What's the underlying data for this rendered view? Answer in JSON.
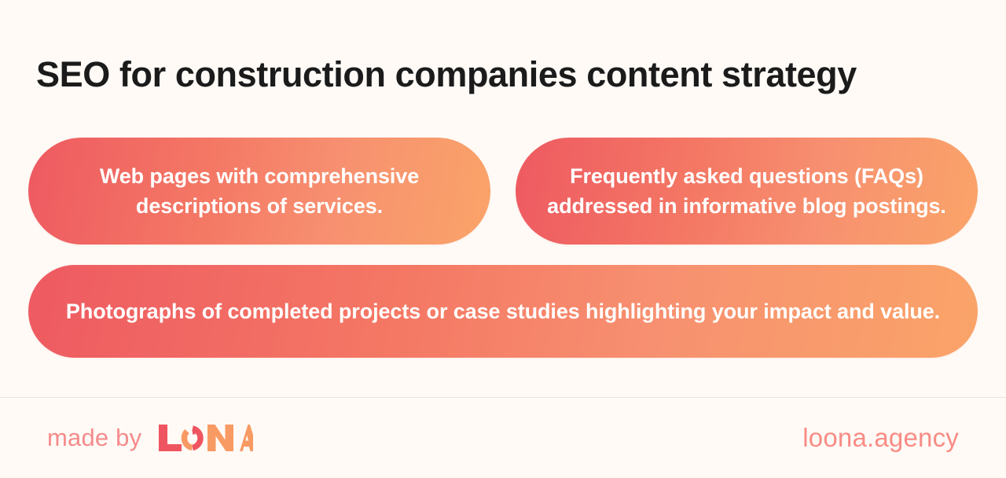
{
  "page": {
    "background_color": "#FFFAF6",
    "title": "SEO for construction companies content strategy",
    "title_color": "#1B1B1B"
  },
  "cards": {
    "gradient_start": "#EE5A62",
    "gradient_end": "#FAA469",
    "text_color": "#FFFFFF",
    "items": [
      {
        "id": "web-pages",
        "text": "Web pages with comprehensive descriptions of services."
      },
      {
        "id": "faqs",
        "text": "Frequently asked questions (FAQs) addressed in informative blog postings."
      },
      {
        "id": "photographs",
        "text": "Photographs of completed projects or case studies highlighting your impact and value."
      }
    ]
  },
  "footer": {
    "made_by_label": "made by",
    "logo": {
      "name": "loona-logo",
      "letter_l": "L",
      "letters_na": "NA",
      "mark": "crescent-ring-icon",
      "color_primary": "#EE5560",
      "color_secondary": "#F89A63"
    },
    "site_url": "loona.agency",
    "site_url_color": "#F98C85",
    "divider_color": "#EAE4DF"
  }
}
